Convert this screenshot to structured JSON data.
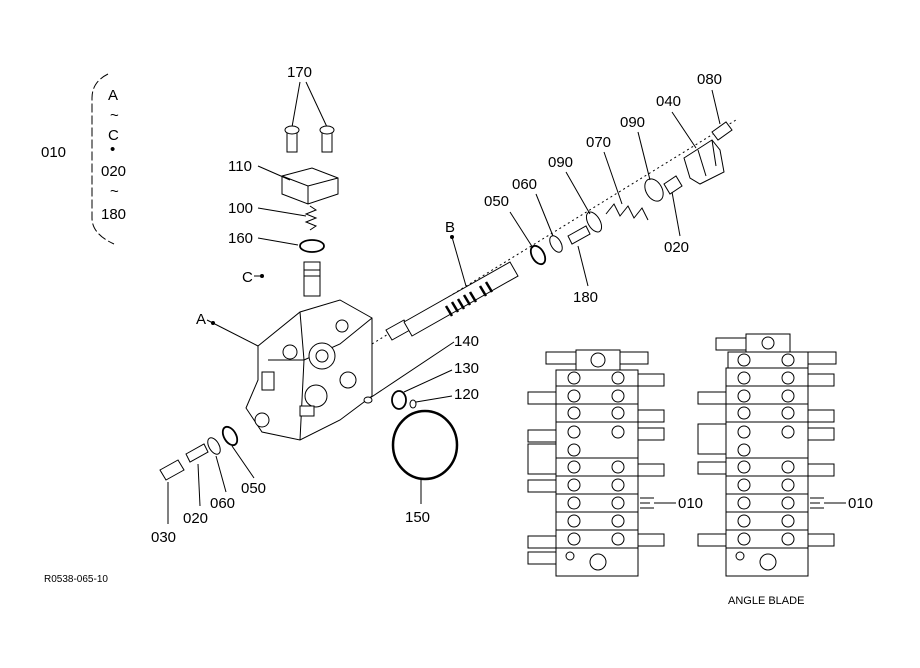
{
  "diagram": {
    "figure_code": "R0538-065-10",
    "caption": "ANGLE BLADE",
    "group_label": {
      "part": "010",
      "range": [
        "A",
        "~",
        "C",
        "•",
        "020",
        "~",
        "180"
      ]
    },
    "callouts": [
      {
        "key": "p170",
        "text": "170"
      },
      {
        "key": "p110",
        "text": "110"
      },
      {
        "key": "p100",
        "text": "100"
      },
      {
        "key": "p160",
        "text": "160"
      },
      {
        "key": "pC",
        "text": "C"
      },
      {
        "key": "pA",
        "text": "A"
      },
      {
        "key": "pB",
        "text": "B"
      },
      {
        "key": "p050a",
        "text": "050"
      },
      {
        "key": "p060a",
        "text": "060"
      },
      {
        "key": "p090a",
        "text": "090"
      },
      {
        "key": "p070",
        "text": "070"
      },
      {
        "key": "p090b",
        "text": "090"
      },
      {
        "key": "p040",
        "text": "040"
      },
      {
        "key": "p180",
        "text": "180"
      },
      {
        "key": "p080",
        "text": "080"
      },
      {
        "key": "p020a",
        "text": "020"
      },
      {
        "key": "p140",
        "text": "140"
      },
      {
        "key": "p130",
        "text": "130"
      },
      {
        "key": "p120",
        "text": "120"
      },
      {
        "key": "p150",
        "text": "150"
      },
      {
        "key": "p050b",
        "text": "050"
      },
      {
        "key": "p060b",
        "text": "060"
      },
      {
        "key": "p020b",
        "text": "020"
      },
      {
        "key": "p030",
        "text": "030"
      },
      {
        "key": "p010a",
        "text": "010"
      },
      {
        "key": "p010b",
        "text": "010"
      }
    ]
  }
}
